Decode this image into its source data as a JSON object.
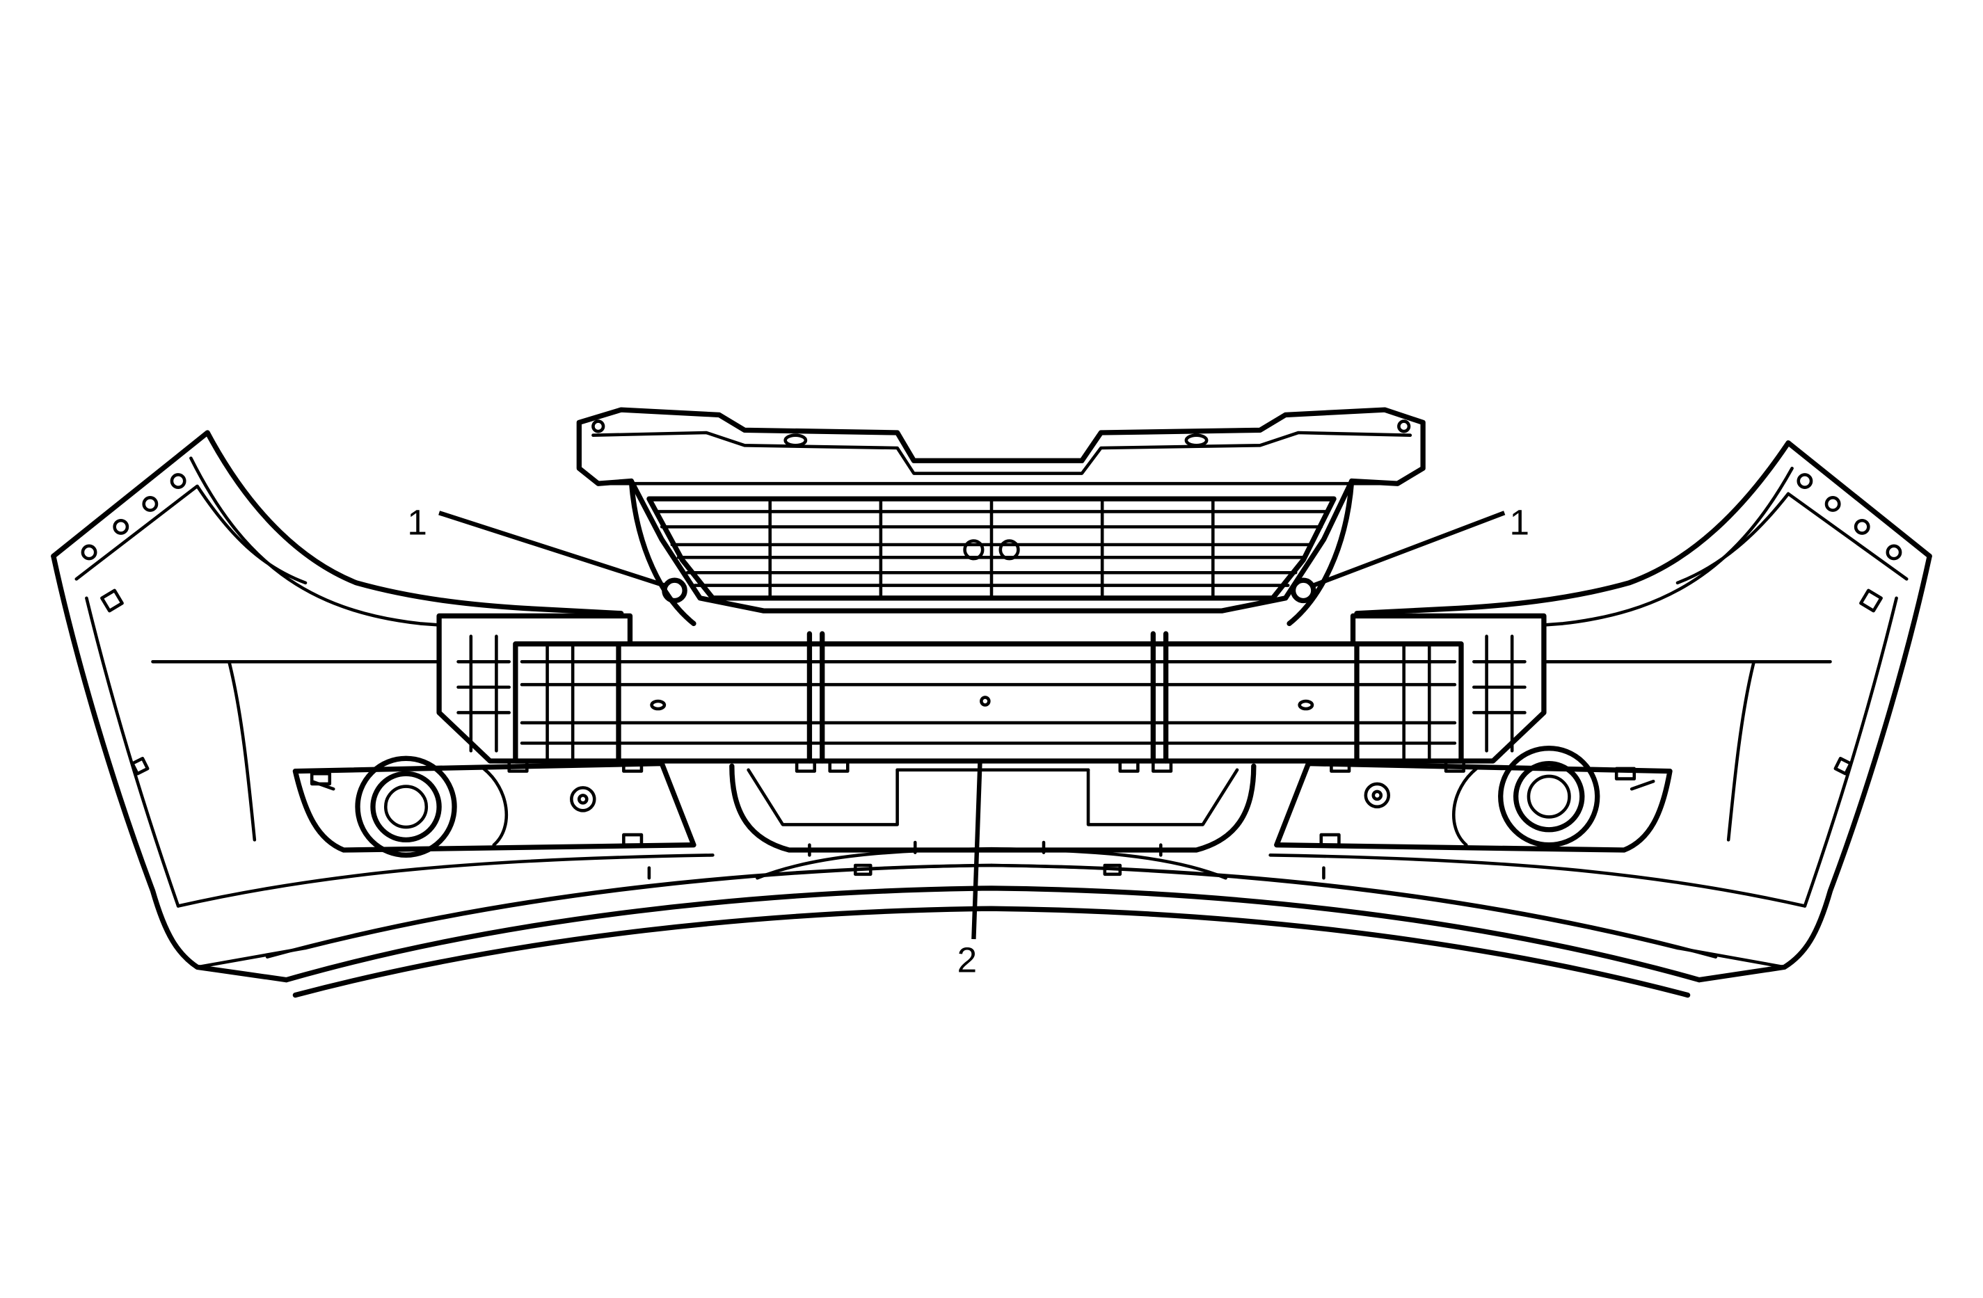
{
  "callouts": {
    "left_fastener": "1",
    "right_fastener": "1",
    "impact_bar": "2"
  }
}
